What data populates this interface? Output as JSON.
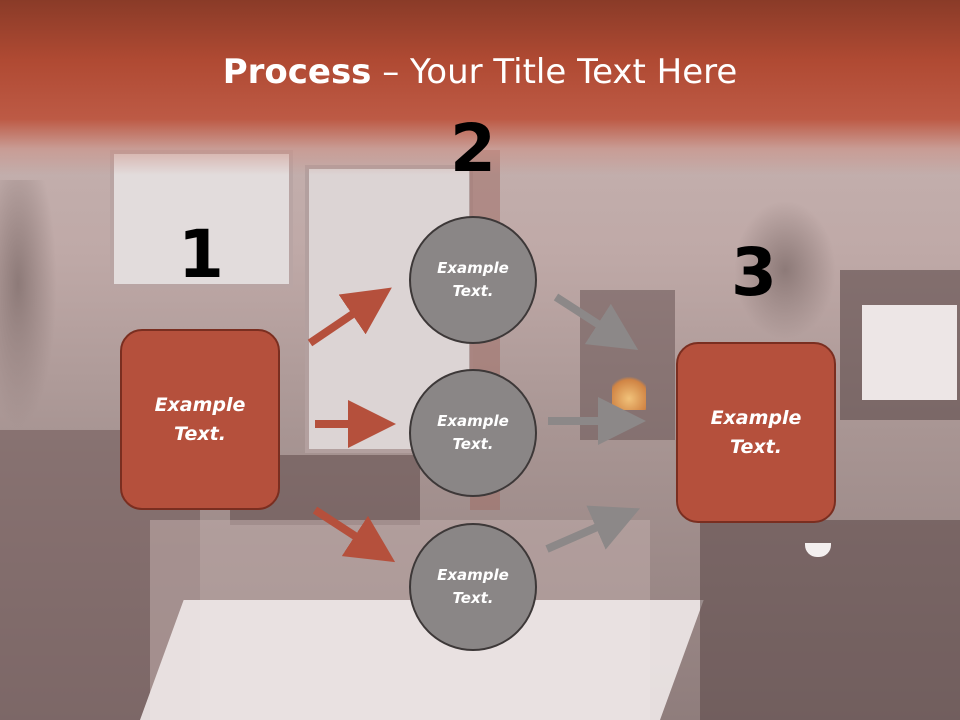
{
  "title": {
    "bold": "Process",
    "rest": " – Your Title Text Here"
  },
  "steps": {
    "n1": "1",
    "n2": "2",
    "n3": "3"
  },
  "boxes": {
    "left": {
      "line1": "Example",
      "line2": "Text."
    },
    "right": {
      "line1": "Example",
      "line2": "Text."
    }
  },
  "circles": [
    {
      "line1": "Example",
      "line2": "Text."
    },
    {
      "line1": "Example",
      "line2": "Text."
    },
    {
      "line1": "Example",
      "line2": "Text."
    }
  ],
  "colors": {
    "accent": "#b5503c",
    "circle": "#8a8686",
    "arrow_red": "#b5503c",
    "arrow_gray": "#8c8888"
  }
}
